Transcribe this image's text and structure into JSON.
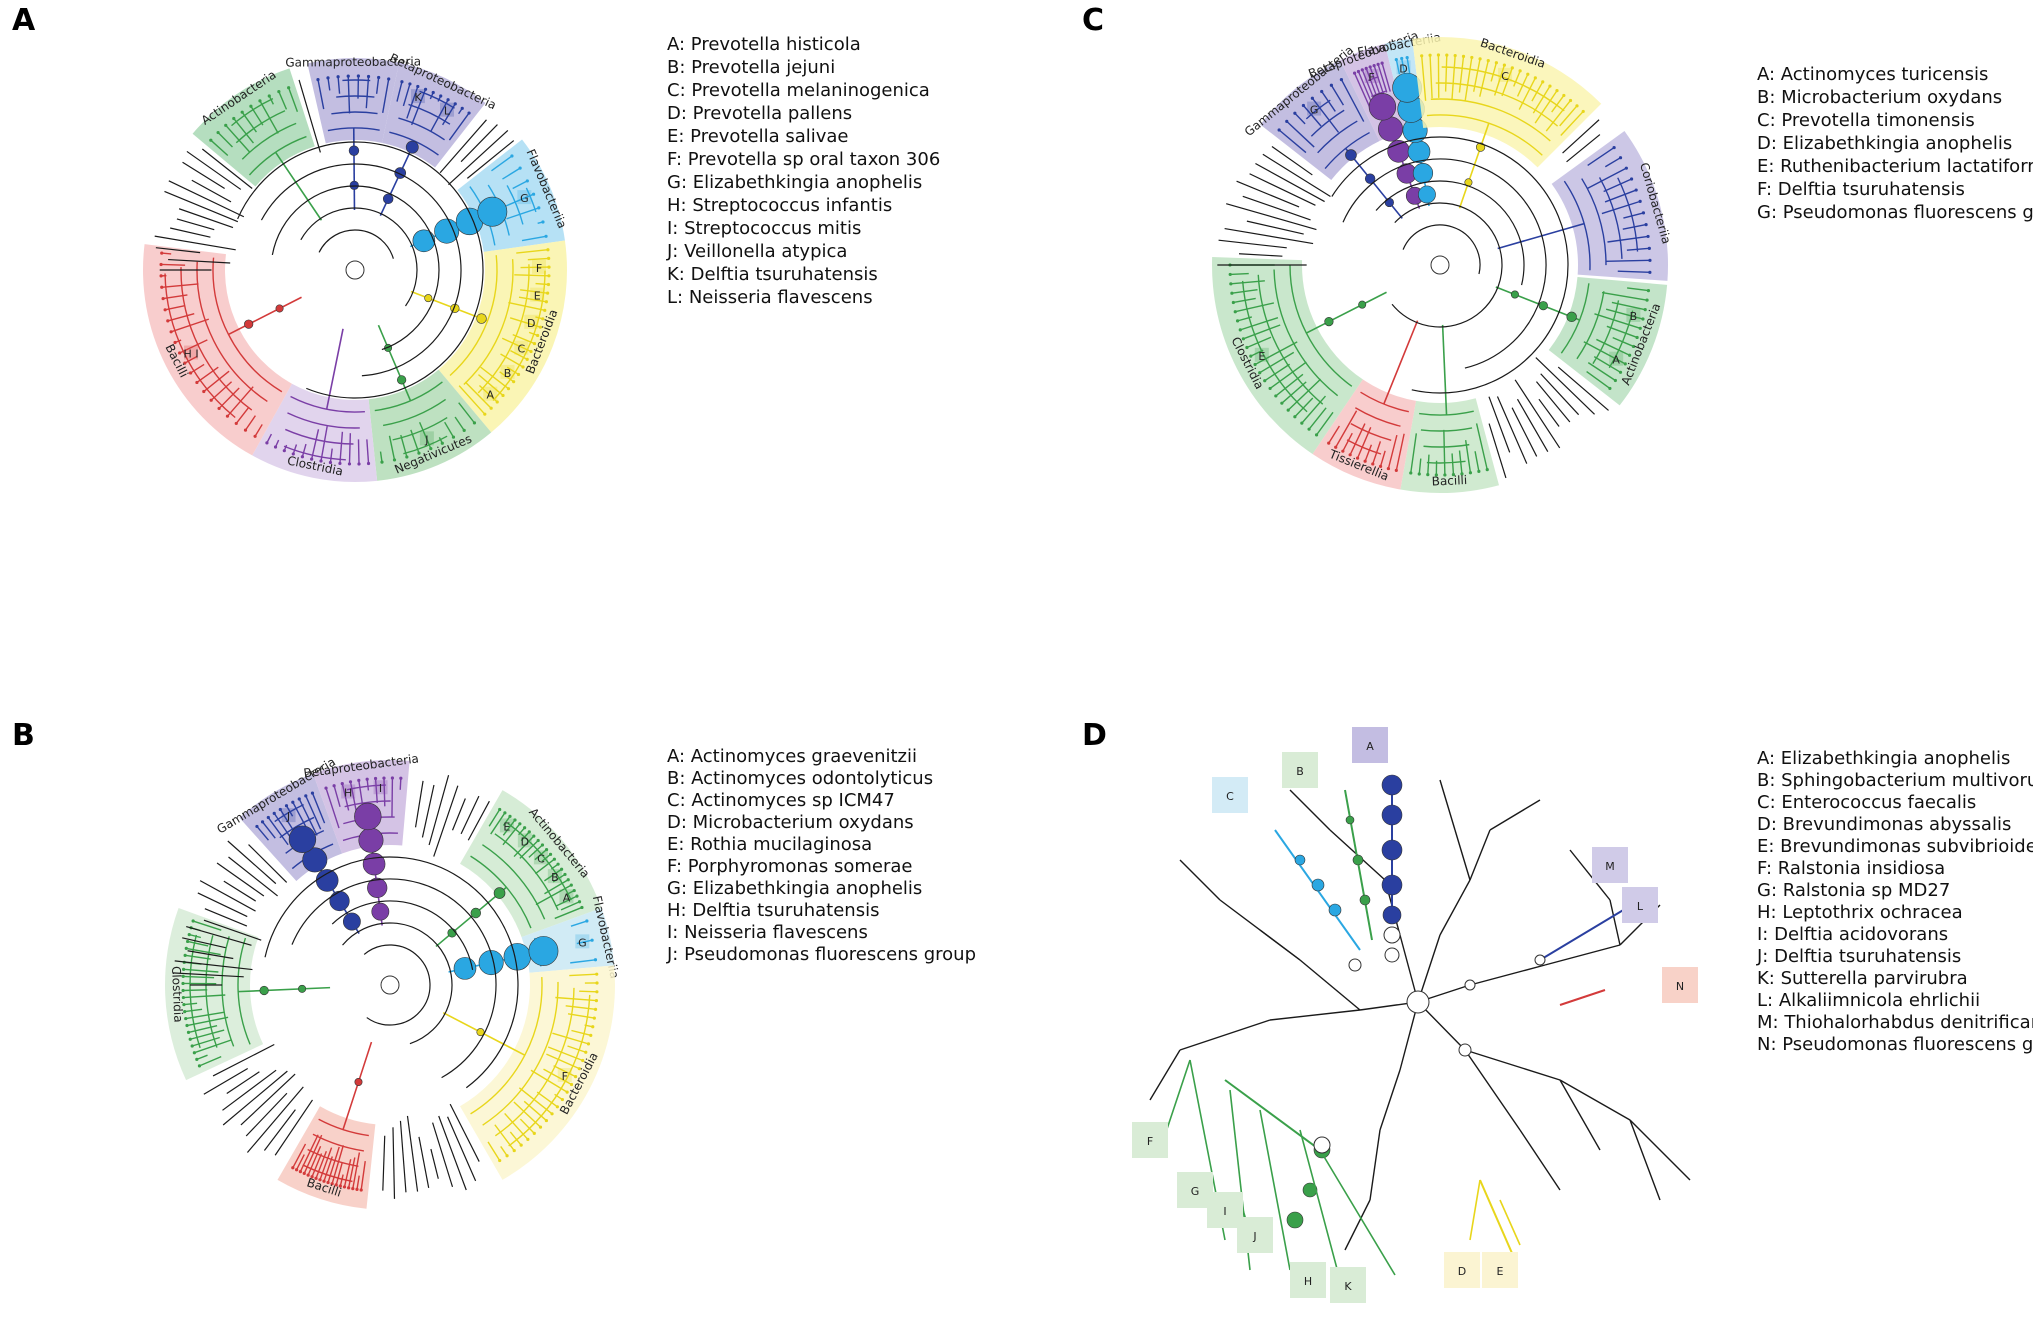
{
  "figure": {
    "panels": [
      {
        "letter": "A",
        "kind": "circular",
        "legend": [
          "A: Prevotella histicola",
          "B: Prevotella jejuni",
          "C: Prevotella melaninogenica",
          "D: Prevotella pallens",
          "E: Prevotella salivae",
          "F: Prevotella sp oral taxon 306",
          "G: Elizabethkingia anophelis",
          "H: Streptococcus infantis",
          "I: Streptococcus mitis",
          "J: Veillonella atypica",
          "K: Delftia tsuruhatensis",
          "L: Neisseria flavescens"
        ],
        "sectors": [
          {
            "name": "Actinobacteria",
            "color": "#a8d8b4",
            "line": "#3aa04a",
            "leaves": 10,
            "markers": [],
            "tags": []
          },
          {
            "name": "Gammaproteobacteria",
            "color": "#b9b3dc",
            "line": "#2a3fa0",
            "leaves": 8,
            "markers": [
              3,
              4
            ],
            "tags": []
          },
          {
            "name": "Betaproteobacteria",
            "color": "#b9b3dc",
            "line": "#2a3fa0",
            "leaves": 10,
            "markers": [
              4,
              5,
              6
            ],
            "tags": [
              "K",
              "L"
            ]
          },
          {
            "name": "Flavobacteriia",
            "color": "#a9dcf3",
            "line": "#2aa7e2",
            "leaves": 7,
            "markers": [
              5,
              6,
              7,
              8
            ],
            "big": true,
            "tags": [
              "G"
            ]
          },
          {
            "name": "Bacteroidia",
            "color": "#f9f3a8",
            "line": "#e8d61b",
            "leaves": 22,
            "markers": [
              2,
              3,
              4
            ],
            "tags": [
              "F",
              "E",
              "D",
              "C",
              "B",
              "A"
            ]
          },
          {
            "name": "Negativicutes",
            "color": "#b3dcb6",
            "line": "#3aa04a",
            "leaves": 9,
            "markers": [
              2,
              3
            ],
            "tags": [
              "J"
            ]
          },
          {
            "name": "Clostridia",
            "color": "#dccdea",
            "line": "#7a3ea6",
            "leaves": 12,
            "markers": [],
            "tags": []
          },
          {
            "name": "Bacilli",
            "color": "#f7c4c4",
            "line": "#d33a3a",
            "leaves": 20,
            "markers": [
              2,
              3
            ],
            "tags": [
              "H I"
            ]
          }
        ]
      },
      {
        "letter": "B",
        "kind": "circular",
        "legend": [
          "A: Actinomyces graevenitzii",
          "B: Actinomyces odontolyticus",
          "C: Actinomyces sp ICM47",
          "D: Microbacterium oxydans",
          "E: Rothia mucilaginosa",
          "F: Porphyromonas somerae",
          "G: Elizabethkingia anophelis",
          "H: Delftia tsuruhatensis",
          "I: Neisseria flavescens",
          "J: Pseudomonas fluorescens group"
        ],
        "sectors": [
          {
            "name": "Gammaproteobacteria",
            "color": "#b9b3dc",
            "line": "#2a3fa0",
            "leaves": 10,
            "markers": [
              3,
              4,
              5,
              6,
              7
            ],
            "big": true,
            "tags": [
              "J"
            ]
          },
          {
            "name": "Betaproteobacteria",
            "color": "#ccb8e0",
            "line": "#7a3ea6",
            "leaves": 10,
            "markers": [
              3,
              4,
              5,
              6,
              7
            ],
            "big": true,
            "tags": [
              "H",
              "I"
            ]
          },
          {
            "name": "Actinobacteria",
            "color": "#cfe9cf",
            "line": "#3aa04a",
            "leaves": 22,
            "markers": [
              3,
              4,
              5
            ],
            "tags": [
              "E",
              "D",
              "C",
              "B",
              "A"
            ]
          },
          {
            "name": "Flavobacteriia",
            "color": "#c9e8f3",
            "line": "#2aa7e2",
            "leaves": 3,
            "markers": [
              5,
              6,
              7,
              8
            ],
            "big": true,
            "tags": [
              "G"
            ]
          },
          {
            "name": "Bacteroidia",
            "color": "#fbf6cf",
            "line": "#e8d61b",
            "leaves": 26,
            "markers": [
              2
            ],
            "tags": [
              "F"
            ]
          },
          {
            "name": "Bacilli",
            "color": "#f7c9bf",
            "line": "#d33a3a",
            "leaves": 18,
            "markers": [
              2
            ],
            "tags": []
          },
          {
            "name": "Clostridia",
            "color": "#d6ebd6",
            "line": "#3aa04a",
            "leaves": 22,
            "markers": [
              2,
              3
            ],
            "tags": []
          }
        ]
      },
      {
        "letter": "C",
        "kind": "circular",
        "legend": [
          "A: Actinomyces turicensis",
          "B: Microbacterium oxydans",
          "C: Prevotella timonensis",
          "D: Elizabethkingia anophelis",
          "E: Ruthenibacterium lactatiformans",
          "F: Delftia tsuruhatensis",
          "G: Pseudomonas fluorescens group"
        ],
        "sectors": [
          {
            "name": "Gammaproteobacteria",
            "color": "#b9b3dc",
            "line": "#2a3fa0",
            "leaves": 8,
            "markers": [
              3,
              4,
              5
            ],
            "tags": [
              "G"
            ]
          },
          {
            "name": "Betaproteobacteria",
            "color": "#ccb8e0",
            "line": "#7a3ea6",
            "leaves": 8,
            "markers": [
              3,
              4,
              5,
              6,
              7
            ],
            "big": true,
            "tags": [
              "F"
            ]
          },
          {
            "name": "Flavobacteriia",
            "color": "#b9e2f4",
            "line": "#2aa7e2",
            "leaves": 3,
            "markers": [
              3,
              4,
              5,
              6,
              7,
              8
            ],
            "big": true,
            "tags": [
              "D"
            ]
          },
          {
            "name": "Bacteroidia",
            "color": "#faf4b0",
            "line": "#e8d61b",
            "leaves": 22,
            "markers": [
              2,
              3
            ],
            "tags": [
              "C"
            ]
          },
          {
            "name": "Coriobacteriia",
            "color": "#c3bde2",
            "line": "#2a3fa0",
            "leaves": 12,
            "markers": [],
            "tags": []
          },
          {
            "name": "Actinobacteria",
            "color": "#b8dfc0",
            "line": "#3aa04a",
            "leaves": 12,
            "markers": [
              2,
              3,
              4
            ],
            "tags": [
              "B",
              "A"
            ]
          },
          {
            "name": "Bacilli",
            "color": "#c8e6c8",
            "line": "#3aa04a",
            "leaves": 10,
            "markers": [],
            "tags": []
          },
          {
            "name": "Tissierellia",
            "color": "#f7c4c4",
            "line": "#d33a3a",
            "leaves": 10,
            "markers": [],
            "tags": []
          },
          {
            "name": "Clostridia",
            "color": "#bfe3c3",
            "line": "#3aa04a",
            "leaves": 22,
            "markers": [
              2,
              3
            ],
            "tags": [
              "E"
            ]
          }
        ]
      },
      {
        "letter": "D",
        "kind": "radial",
        "legend": [
          "A: Elizabethkingia anophelis",
          "B: Sphingobacterium multivorum",
          "C: Enterococcus faecalis",
          "D: Brevundimonas abyssalis",
          "E: Brevundimonas subvibrioides",
          "F: Ralstonia insidiosa",
          "G: Ralstonia sp MD27",
          "H: Leptothrix ochracea",
          "I: Delftia acidovorans",
          "J: Delftia tsuruhatensis",
          "K: Sutterella parvirubra",
          "L: Alkaliimnicola ehrlichii",
          "M: Thiohalorhabdus denitrificans",
          "N: Pseudomonas fluorescens group"
        ],
        "tags": [
          {
            "text": "A",
            "color": "#c3bde2",
            "line": "#2a3fa0"
          },
          {
            "text": "B",
            "color": "#d9ecd6",
            "line": "#3aa04a"
          },
          {
            "text": "C",
            "color": "#d3ebf6",
            "line": "#2aa7e2"
          },
          {
            "text": "M",
            "color": "#d0cbe8",
            "line": "#2a3fa0"
          },
          {
            "text": "L",
            "color": "#d0cbe8",
            "line": "#2a3fa0"
          },
          {
            "text": "N",
            "color": "#f8d2c8",
            "line": "#d33a3a"
          },
          {
            "text": "F",
            "color": "#d9ecd6",
            "line": "#3aa04a"
          },
          {
            "text": "G",
            "color": "#d9ecd6",
            "line": "#3aa04a"
          },
          {
            "text": "I",
            "color": "#d9ecd6",
            "line": "#3aa04a"
          },
          {
            "text": "J",
            "color": "#d9ecd6",
            "line": "#3aa04a"
          },
          {
            "text": "H",
            "color": "#d9ecd6",
            "line": "#3aa04a"
          },
          {
            "text": "K",
            "color": "#d9ecd6",
            "line": "#3aa04a"
          },
          {
            "text": "D",
            "color": "#fbf4d2",
            "line": "#e8d61b"
          },
          {
            "text": "E",
            "color": "#fbf4d2",
            "line": "#e8d61b"
          }
        ]
      }
    ]
  }
}
